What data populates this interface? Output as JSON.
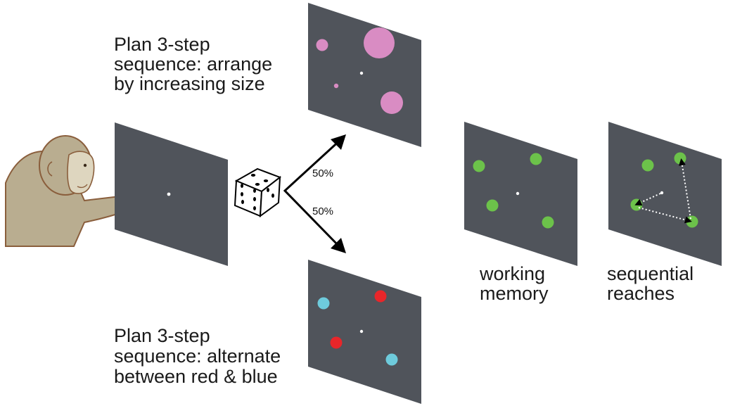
{
  "captions": {
    "top_plan": [
      "Plan 3-step",
      "sequence: arrange",
      "by increasing size"
    ],
    "bottom_plan": [
      "Plan 3-step",
      "sequence: alternate",
      "between red & blue"
    ],
    "working_memory": [
      "working",
      "memory"
    ],
    "sequential_reaches": [
      "sequential",
      "reaches"
    ]
  },
  "branch_probabilities": {
    "upper": "50%",
    "lower": "50%"
  },
  "colors": {
    "panel": "#50545b",
    "fixation": "#ffffff",
    "pink": "#d98cc3",
    "red": "#e8262a",
    "blue": "#6ecbdc",
    "green": "#6cc24a",
    "monkey_fur": "#b9ad90",
    "monkey_face": "#ded6bf",
    "monkey_outline": "#8a5e3c"
  },
  "icons": [
    "monkey-icon",
    "dice-icon"
  ]
}
